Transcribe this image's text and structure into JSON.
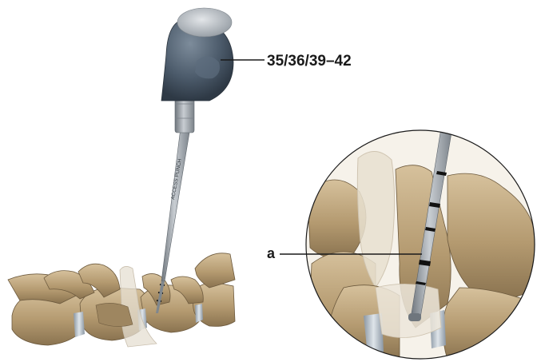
{
  "figure": {
    "callouts": {
      "handle_label": "35/36/39–42",
      "detail_label": "a"
    },
    "instrument_etching": "ACCESS PUNCH",
    "colors": {
      "bone": "#b49a70",
      "bone_shadow": "#8a7350",
      "bone_highlight": "#d6c19c",
      "disc": "#aab6c2",
      "handle": "#4c5b6b",
      "handle_tip": "#b9bec4",
      "shaft": "#9aa1a8",
      "transparent_bone": "#e6dfd2",
      "leader": "#1a1a1a"
    }
  }
}
